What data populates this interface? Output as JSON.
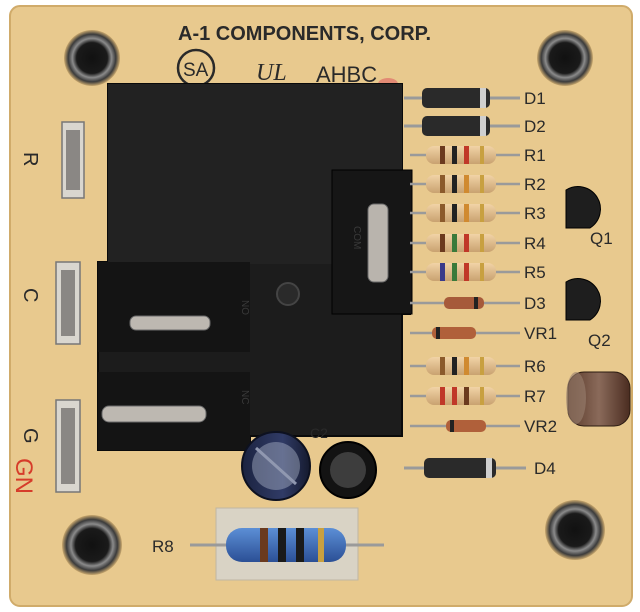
{
  "board": {
    "manufacturer": "A-1 COMPONENTS, CORP.",
    "model": "AHBC",
    "cert_mark": "SA",
    "ul_mark": "UL",
    "colors": {
      "pcb": "#e8c98e",
      "relay": "#1c1c1c",
      "hole_ring": "#5a5a5a",
      "text": "#2a2a2a"
    }
  },
  "terminals": {
    "left": [
      "R",
      "C",
      "G"
    ]
  },
  "relay": {
    "contact_labels": [
      "COM",
      "NO",
      "NC"
    ]
  },
  "components": {
    "column_labels": [
      "D1",
      "D2",
      "R1",
      "R2",
      "R3",
      "R4",
      "R5",
      "D3",
      "VR1",
      "R6",
      "R7",
      "VR2"
    ],
    "transistors": [
      "Q1",
      "Q2"
    ],
    "diode_bottom": "D4",
    "power_resistor": "R8",
    "cap_partial_label": "C2",
    "hand_mark": "GN"
  }
}
